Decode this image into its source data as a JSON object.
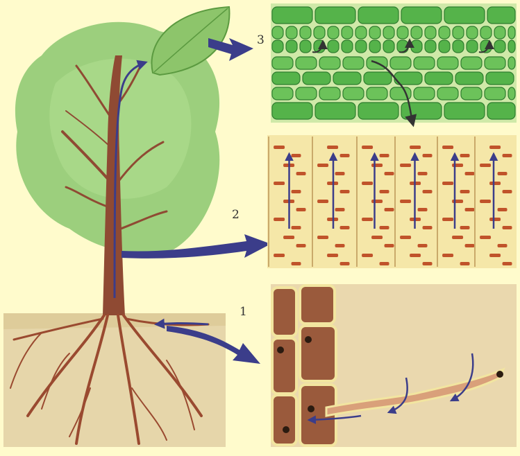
{
  "labels": {
    "leaf_tissue": "3",
    "stem_vessels": "2",
    "root_hairs": "1"
  },
  "colors": {
    "page_background": "#fffbcc",
    "foliage": "#9ccf7d",
    "trunk": "#8f4a33",
    "soil": "#e6d6aa",
    "leaf_cells": "#55b34a",
    "vessel_fill": "#f5e7a8",
    "pits": "#c0532a",
    "arrows": "#3b3d8a",
    "root_cells": "#9a5a3c"
  },
  "icons": [
    "flow-arrow-icon",
    "leaf-icon"
  ]
}
